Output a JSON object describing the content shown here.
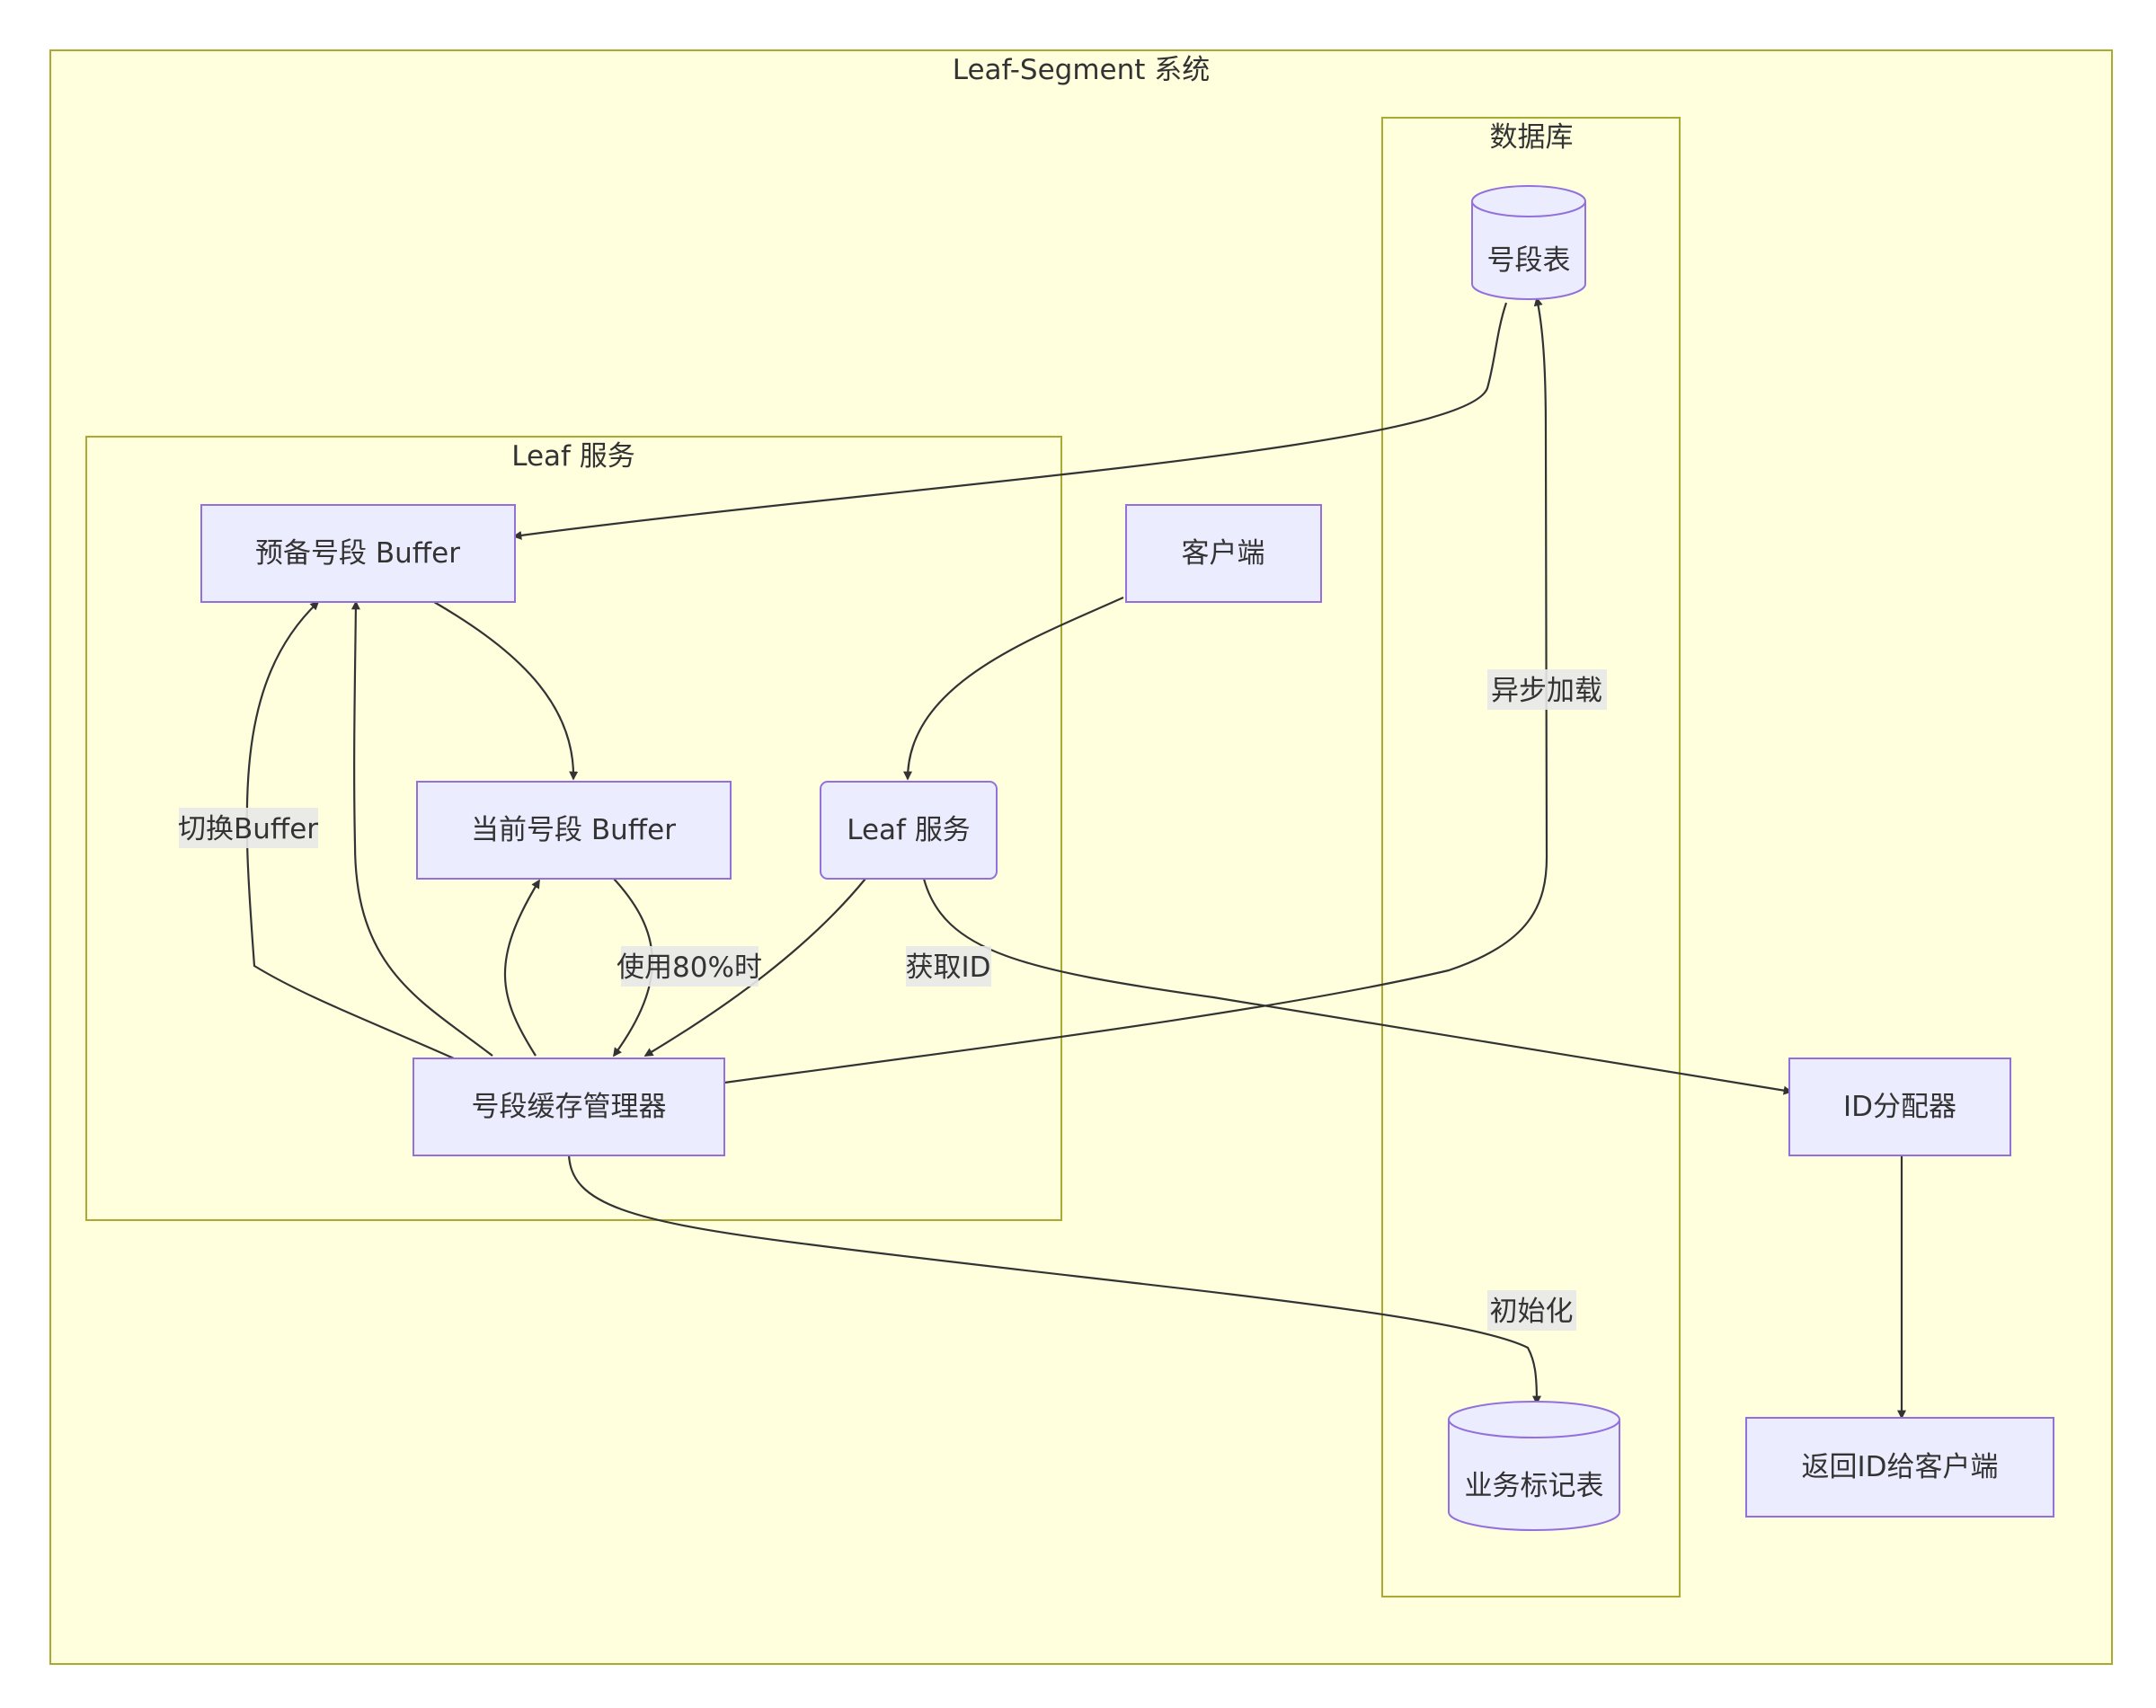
{
  "clusters": {
    "system": {
      "title": "Leaf-Segment 系统"
    },
    "database": {
      "title": "数据库"
    },
    "leaf_service": {
      "title": "Leaf 服务"
    }
  },
  "nodes": {
    "segment_table": "号段表",
    "standby_buffer": "预备号段 Buffer",
    "client": "客户端",
    "current_buffer": "当前号段 Buffer",
    "leaf_service": "Leaf 服务",
    "cache_manager": "号段缓存管理器",
    "id_allocator": "ID分配器",
    "biz_tag_table": "业务标记表",
    "return_id": "返回ID给客户端"
  },
  "edges": {
    "async_load": "异步加载",
    "switch_buffer": "切换Buffer",
    "use_80": "使用80%时",
    "get_id": "获取ID",
    "init": "初始化"
  }
}
